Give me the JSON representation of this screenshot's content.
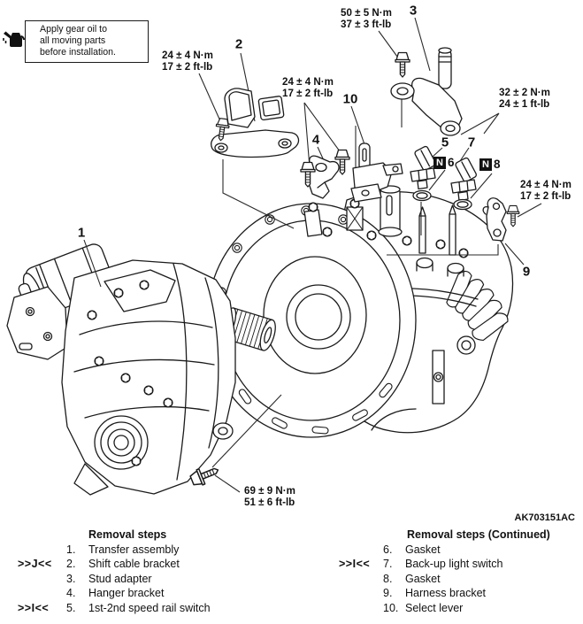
{
  "note_box": {
    "lines": [
      "Apply gear oil to",
      "all moving parts",
      "before installation."
    ]
  },
  "torque_labels": [
    {
      "id": "shift-cable-bracket-bolt",
      "nm": "24 ± 4 N·m",
      "ftlb": "17 ± 2 ft-lb"
    },
    {
      "id": "stud-adapter-bolt",
      "nm": "50 ± 5 N·m",
      "ftlb": "37 ± 3 ft-lb"
    },
    {
      "id": "hanger-bracket-bolts",
      "nm": "24 ± 4 N·m",
      "ftlb": "17 ± 2 ft-lb"
    },
    {
      "id": "switches",
      "nm": "32 ± 2 N·m",
      "ftlb": "24 ± 1 ft-lb"
    },
    {
      "id": "harness-bracket-bolt",
      "nm": "24 ± 4 N·m",
      "ftlb": "17 ± 2 ft-lb"
    },
    {
      "id": "transfer-bolt",
      "nm": "69 ± 9 N·m",
      "ftlb": "51 ± 6 ft-lb"
    }
  ],
  "callouts": [
    {
      "n": "1"
    },
    {
      "n": "2"
    },
    {
      "n": "3"
    },
    {
      "n": "4"
    },
    {
      "n": "5"
    },
    {
      "n": "6"
    },
    {
      "n": "7"
    },
    {
      "n": "8"
    },
    {
      "n": "9"
    },
    {
      "n": "10"
    }
  ],
  "non_reusable_symbols": [
    {
      "letter": "N",
      "part": "6"
    },
    {
      "letter": "N",
      "part": "8"
    }
  ],
  "figure_code": "AK703151AC",
  "legend_left": {
    "title": "Removal steps",
    "items": [
      {
        "marker": "",
        "num": "1.",
        "label": "Transfer assembly"
      },
      {
        "marker": ">>J<<",
        "num": "2.",
        "label": "Shift cable bracket"
      },
      {
        "marker": "",
        "num": "3.",
        "label": "Stud adapter"
      },
      {
        "marker": "",
        "num": "4.",
        "label": "Hanger bracket"
      },
      {
        "marker": ">>I<<",
        "num": "5.",
        "label": "1st-2nd speed rail switch"
      }
    ]
  },
  "legend_right": {
    "title": "Removal steps (Continued)",
    "items": [
      {
        "marker": "",
        "num": "6.",
        "label": "Gasket"
      },
      {
        "marker": ">>I<<",
        "num": "7.",
        "label": "Back-up light switch"
      },
      {
        "marker": "",
        "num": "8.",
        "label": "Gasket"
      },
      {
        "marker": "",
        "num": "9.",
        "label": "Harness bracket"
      },
      {
        "marker": "",
        "num": "10.",
        "label": "Select lever"
      }
    ]
  }
}
